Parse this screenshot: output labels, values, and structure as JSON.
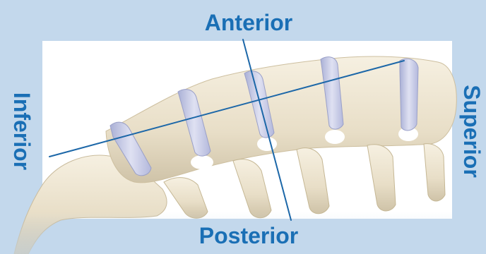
{
  "labels": {
    "top": "Anterior",
    "bottom": "Posterior",
    "left": "Inferior",
    "right": "Superior"
  },
  "colors": {
    "label": "#1a6fb5",
    "axis_line": "#1c67a8",
    "frame_bg": "#c3d8ec",
    "panel_bg": "#ffffff",
    "bone": "#efe7d4",
    "bone_shade": "#d8cdb4",
    "disc": "#c9cce6"
  },
  "illustration": "lumbar-spine-lateral-view"
}
